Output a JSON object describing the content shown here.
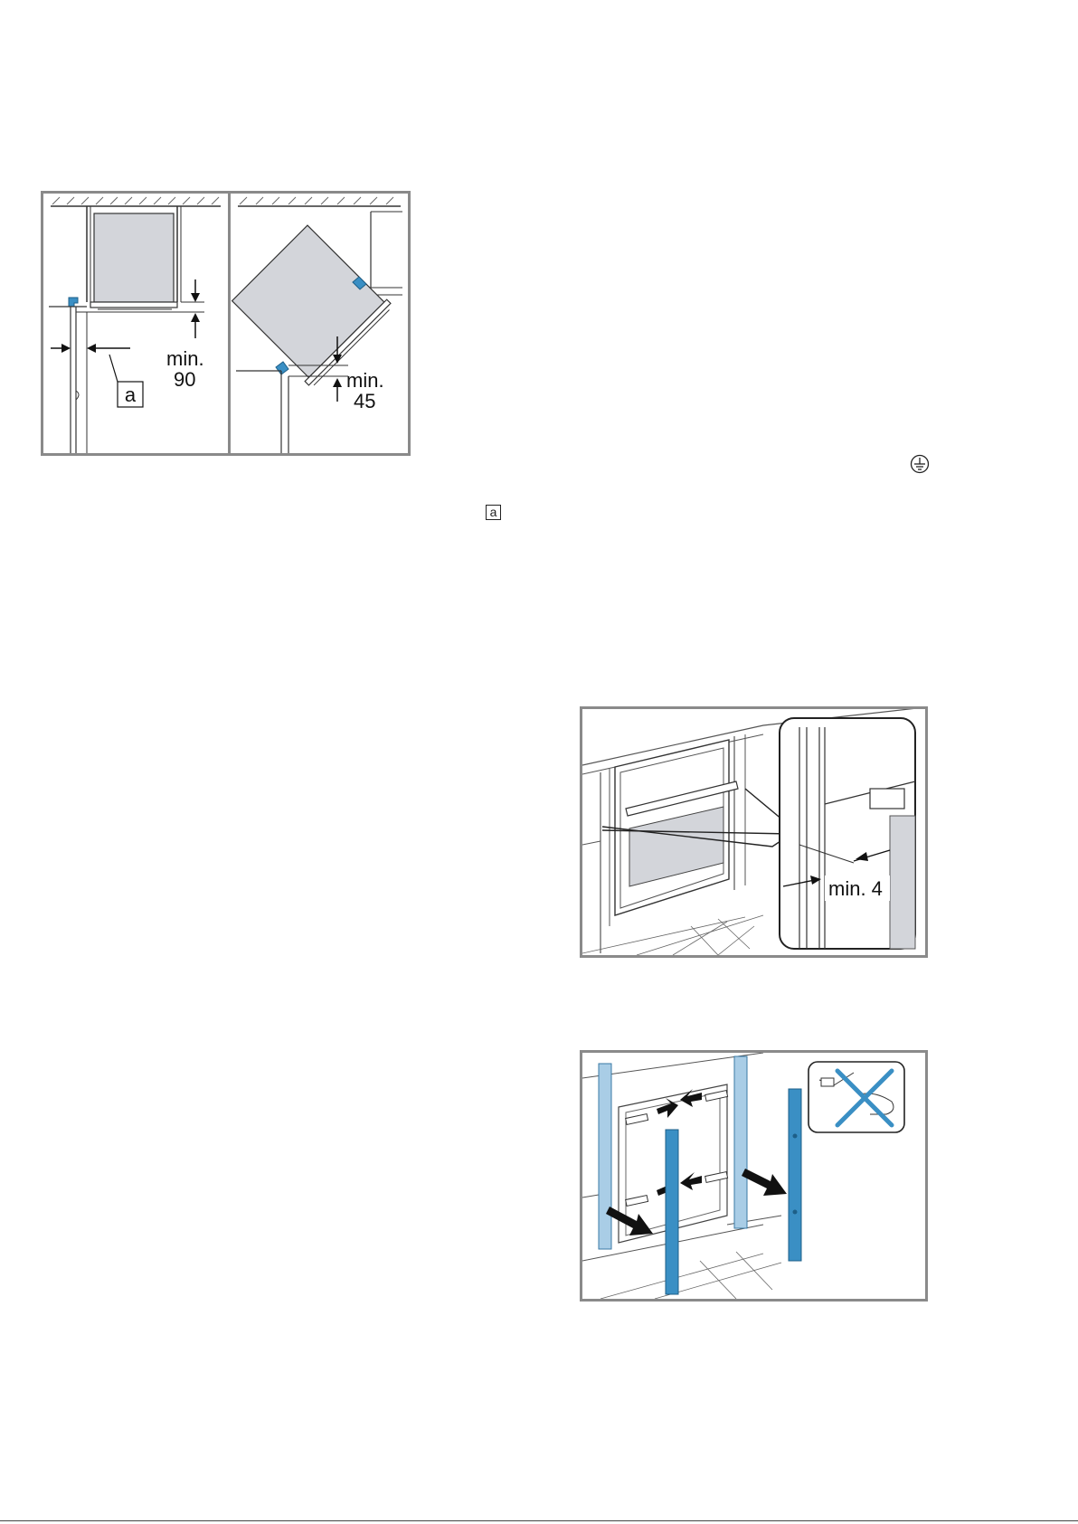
{
  "figures": {
    "top_left": {
      "gap_label": "a",
      "min_label": "min.",
      "min_value": "90"
    },
    "top_right": {
      "min_label": "min.",
      "min_value": "45"
    },
    "oven_gap": {
      "label": "min. 4"
    },
    "mounting": {}
  },
  "markers": {
    "ref_a": "a"
  },
  "colors": {
    "accent_blue": "#3a8fc4",
    "light_blue": "#a9cde6",
    "panel_gray": "#d3d5da",
    "frame": "#8a8a8a"
  }
}
